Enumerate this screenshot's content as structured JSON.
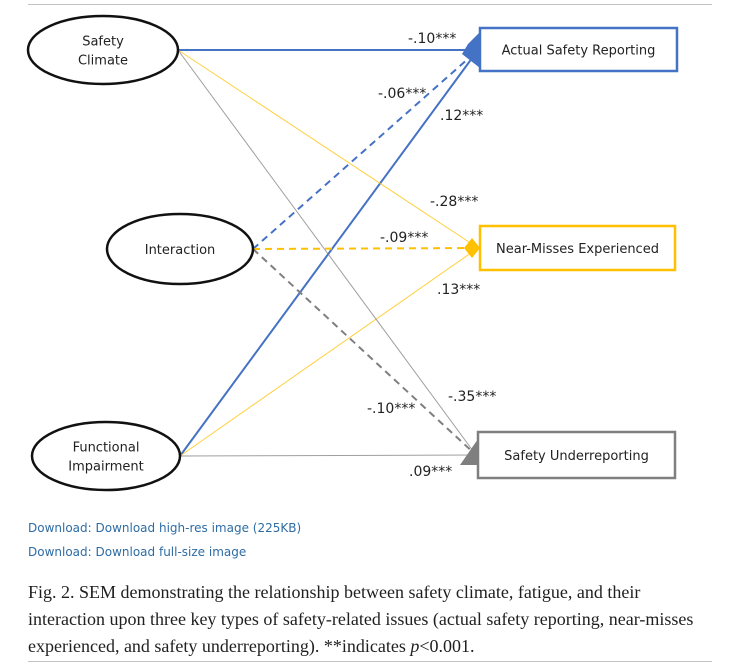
{
  "figure": {
    "type": "structural-equation-model",
    "predictors": [
      {
        "id": "sc",
        "label_lines": [
          "Safety",
          "Climate"
        ]
      },
      {
        "id": "int",
        "label_lines": [
          "Interaction"
        ]
      },
      {
        "id": "fi",
        "label_lines": [
          "Functional",
          "Impairment"
        ]
      }
    ],
    "outcomes": [
      {
        "id": "asr",
        "label": "Actual Safety Reporting",
        "color": "#4472c4"
      },
      {
        "id": "nme",
        "label": "Near-Misses Experienced",
        "color": "#ffc000"
      },
      {
        "id": "su",
        "label": "Safety Underreporting",
        "color": "#7f7f7f"
      }
    ],
    "paths": [
      {
        "from": "sc",
        "to": "asr",
        "coef": "-.10***",
        "style": "solid-bold"
      },
      {
        "from": "int",
        "to": "asr",
        "coef": "-.06***",
        "style": "dashed"
      },
      {
        "from": "fi",
        "to": "asr",
        "coef": ".12***",
        "style": "solid-bold"
      },
      {
        "from": "sc",
        "to": "nme",
        "coef": "-.28***",
        "style": "solid-thin"
      },
      {
        "from": "int",
        "to": "nme",
        "coef": "-.09***",
        "style": "dashed"
      },
      {
        "from": "fi",
        "to": "nme",
        "coef": ".13***",
        "style": "solid-thin"
      },
      {
        "from": "sc",
        "to": "su",
        "coef": "-.35***",
        "style": "solid-thin"
      },
      {
        "from": "int",
        "to": "su",
        "coef": "-.10***",
        "style": "dashed"
      },
      {
        "from": "fi",
        "to": "su",
        "coef": ".09***",
        "style": "solid-thin"
      }
    ]
  },
  "links": {
    "download_highres": "Download: Download high-res image (225KB)",
    "download_fullsize": "Download: Download full-size image"
  },
  "caption": {
    "prefix": "Fig. 2. SEM demonstrating the relationship between safety climate, fatigue, and their interaction upon three key types of safety-related issues (actual safety reporting, near-misses experienced, and safety underreporting). **indicates ",
    "italic": "p",
    "suffix": "<0.001."
  }
}
